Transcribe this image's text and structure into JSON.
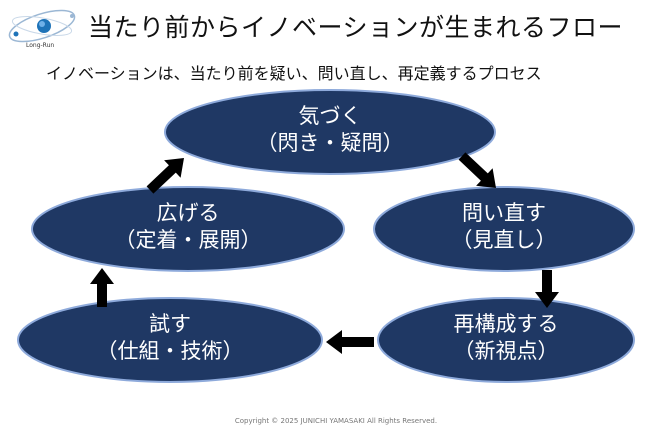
{
  "header": {
    "logo_text": "Long-Run",
    "title": "当たり前からイノベーションが生まれるフロー",
    "subtitle": "イノベーションは、当たり前を疑い、問い直し、再定義するプロセス"
  },
  "colors": {
    "node_fill": "#1f3864",
    "node_stroke": "#8eaadb",
    "arrow": "#000000"
  },
  "steps": [
    {
      "id": "notice",
      "line1": "気づく",
      "line2": "（閃き・疑問）"
    },
    {
      "id": "reask",
      "line1": "問い直す",
      "line2": "（見直し）"
    },
    {
      "id": "reframe",
      "line1": "再構成する",
      "line2": "（新視点）"
    },
    {
      "id": "try",
      "line1": "試す",
      "line2": "（仕組・技術）"
    },
    {
      "id": "spread",
      "line1": "広げる",
      "line2": "（定着・展開）"
    }
  ],
  "footer": {
    "copyright": "Copyright © 2025 JUNICHI YAMASAKI All Rights Reserved."
  }
}
